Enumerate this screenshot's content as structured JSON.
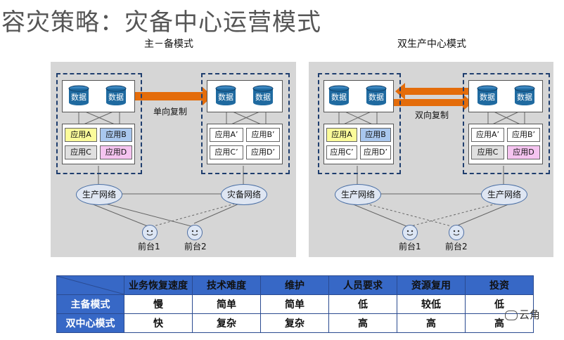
{
  "title": "容灾策略：灾备中心运营模式",
  "left": {
    "subtitle": "主－备模式",
    "arrow_label": "单向复制",
    "dc1": {
      "dbs": [
        "数据",
        "数据"
      ],
      "apps": [
        "应用A",
        "应用B",
        "应用C",
        "应用D"
      ],
      "app_colors": [
        "#fbfb9a",
        "#a9c7ee",
        "#e0e0e0",
        "#f5c4f0"
      ]
    },
    "dc2": {
      "dbs": [
        "数据",
        "数据"
      ],
      "apps": [
        "应用A’",
        "应用B’",
        "应用C’",
        "应用D’"
      ]
    },
    "net1": "生产网络",
    "net2": "灾备网络",
    "fe1": "前台1",
    "fe2": "前台2"
  },
  "right": {
    "subtitle": "双生产中心模式",
    "arrow_label": "双向复制",
    "dc1": {
      "dbs": [
        "数据",
        "数据"
      ],
      "apps": [
        "应用A",
        "应用B",
        "应用C’",
        "应用D’"
      ],
      "app_colors": [
        "#fbfb9a",
        "#a9c7ee",
        "#ffffff",
        "#ffffff"
      ]
    },
    "dc2": {
      "dbs": [
        "数据",
        "数据"
      ],
      "apps": [
        "应用A’",
        "应用B’",
        "应用C",
        "应用D"
      ],
      "app_colors": [
        "#ffffff",
        "#ffffff",
        "#e0e0e0",
        "#f5c4f0"
      ]
    },
    "net1": "生产网络",
    "net2": "生产网络",
    "fe1": "前台1",
    "fe2": "前台2"
  },
  "table": {
    "headers": [
      "业务恢复速度",
      "技术难度",
      "维护",
      "人员要求",
      "资源复用",
      "投资"
    ],
    "rows": [
      {
        "label": "主备模式",
        "cells": [
          "慢",
          "简单",
          "简单",
          "低",
          "较低",
          "低"
        ]
      },
      {
        "label": "双中心模式",
        "cells": [
          "快",
          "复杂",
          "复杂",
          "高",
          "高",
          "高"
        ]
      }
    ]
  },
  "watermark": "云角",
  "colors": {
    "db_fill": "#1f6aa0",
    "arrow": "#e46c0a",
    "dc_border": "#1f3e6e",
    "table_header": "#3768c6"
  }
}
